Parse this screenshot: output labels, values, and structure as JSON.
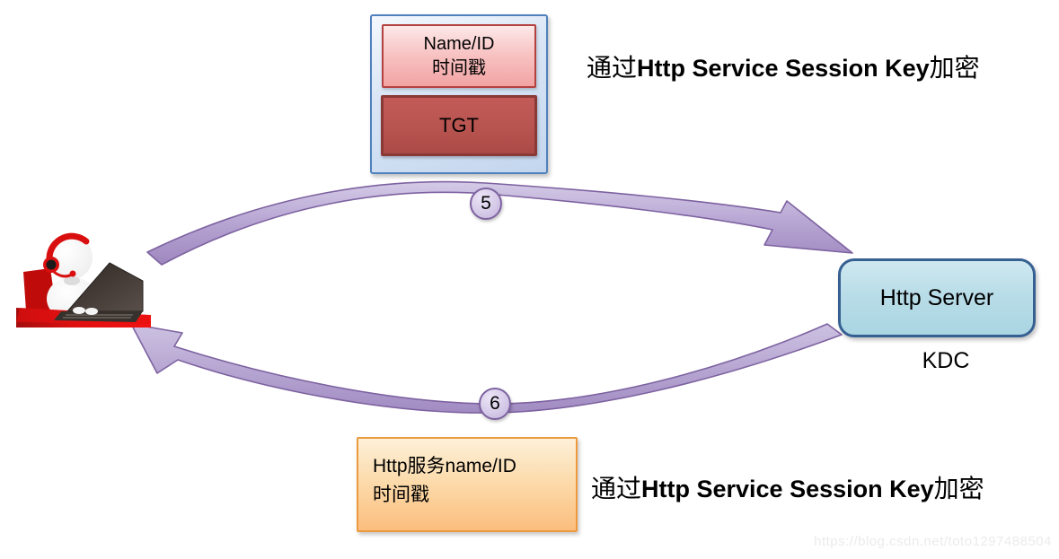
{
  "title": "Kerberos Http Service authentication steps diagram",
  "top_packet": {
    "name_id": "Name/ID",
    "timestamp": "时间戳",
    "tgt": "TGT"
  },
  "captions": {
    "top": {
      "prefix": "通过",
      "emphasis": "Http Service Session Key",
      "suffix": "加密"
    },
    "bottom": {
      "prefix": "通过",
      "emphasis": "Http Service Session Key",
      "suffix": "加密"
    }
  },
  "server": {
    "label": "Http Server",
    "sublabel": "KDC"
  },
  "bottom_packet": {
    "line1": "Http服务name/ID",
    "line2": "时间戳"
  },
  "steps": {
    "five": "5",
    "six": "6"
  },
  "watermark": "https://blog.csdn.net/toto1297488504",
  "icons": {
    "client": "client-user-with-headset-laptop-icon"
  },
  "colors": {
    "arrow_fill": "#a18bc2",
    "arrow_outline": "#7d62a0",
    "badge_fill": "#d6cbe9",
    "client_red": "#d90f0f",
    "container_blue_fill": "#c3d6ee",
    "container_blue_border": "#4f81bd",
    "pink_fill": "#f2a3a3",
    "pink_border": "#b5413f",
    "tgt_fill": "#b85450",
    "tgt_border": "#8b3936",
    "server_fill": "#b9dde8",
    "server_border": "#376092",
    "orange_fill": "#fbbe7e",
    "orange_border": "#ed9a3f",
    "watermark_gray": "#ebebee"
  }
}
